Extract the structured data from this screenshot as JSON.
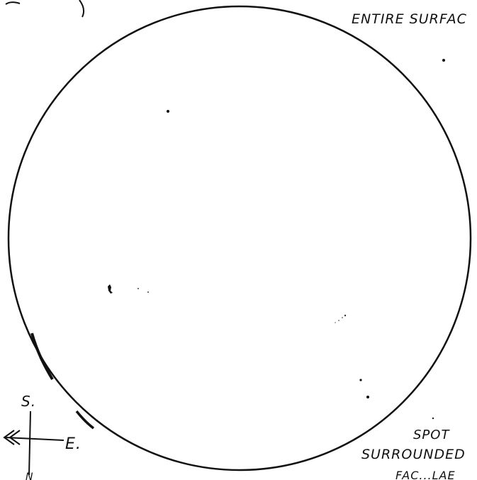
{
  "annotations": {
    "top_right": "ENTIRE SURFAC",
    "bottom_right_line1": "SPOT",
    "bottom_right_line2": "SURROUNDED",
    "bottom_right_line3": "FAC...LAE"
  },
  "compass": {
    "south": "S.",
    "east": "E.",
    "north": "N"
  },
  "colors": {
    "ink": "#111111",
    "paper": "#ffffff"
  }
}
